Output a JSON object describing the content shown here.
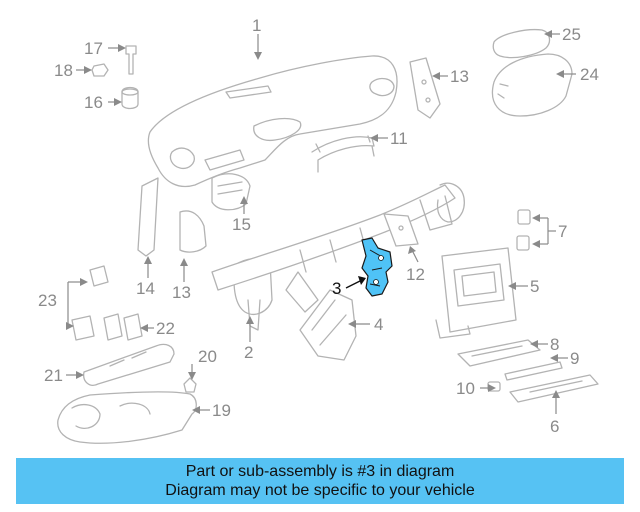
{
  "callouts": {
    "c1": "1",
    "c2": "2",
    "c3": "3",
    "c4": "4",
    "c5": "5",
    "c6": "6",
    "c7": "7",
    "c8": "8",
    "c9": "9",
    "c10": "10",
    "c11": "11",
    "c12": "12",
    "c13a": "13",
    "c13b": "13",
    "c14": "14",
    "c15": "15",
    "c16": "16",
    "c17": "17",
    "c18": "18",
    "c19": "19",
    "c20": "20",
    "c21": "21",
    "c22": "22",
    "c23": "23",
    "c24": "24",
    "c25": "25"
  },
  "highlighted_part": "3",
  "colors": {
    "highlight": "#4fc3f7",
    "banner": "#56c2f3",
    "line_art": "#b3b3b3"
  },
  "banner": {
    "line1": "Part or sub-assembly is #3 in diagram",
    "line2": "Diagram may not be specific to your vehicle"
  }
}
